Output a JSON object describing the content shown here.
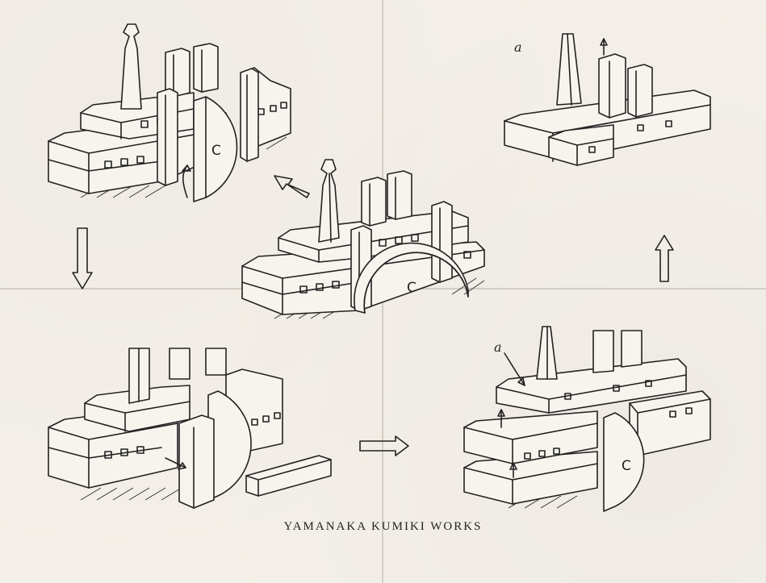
{
  "footer": {
    "text": "YAMANAKA  KUMIKI WORKS"
  },
  "labels": {
    "piece_c": "C",
    "piece_a": "a"
  },
  "colors": {
    "ink": "#222222",
    "paper": "#f4f0e9"
  }
}
